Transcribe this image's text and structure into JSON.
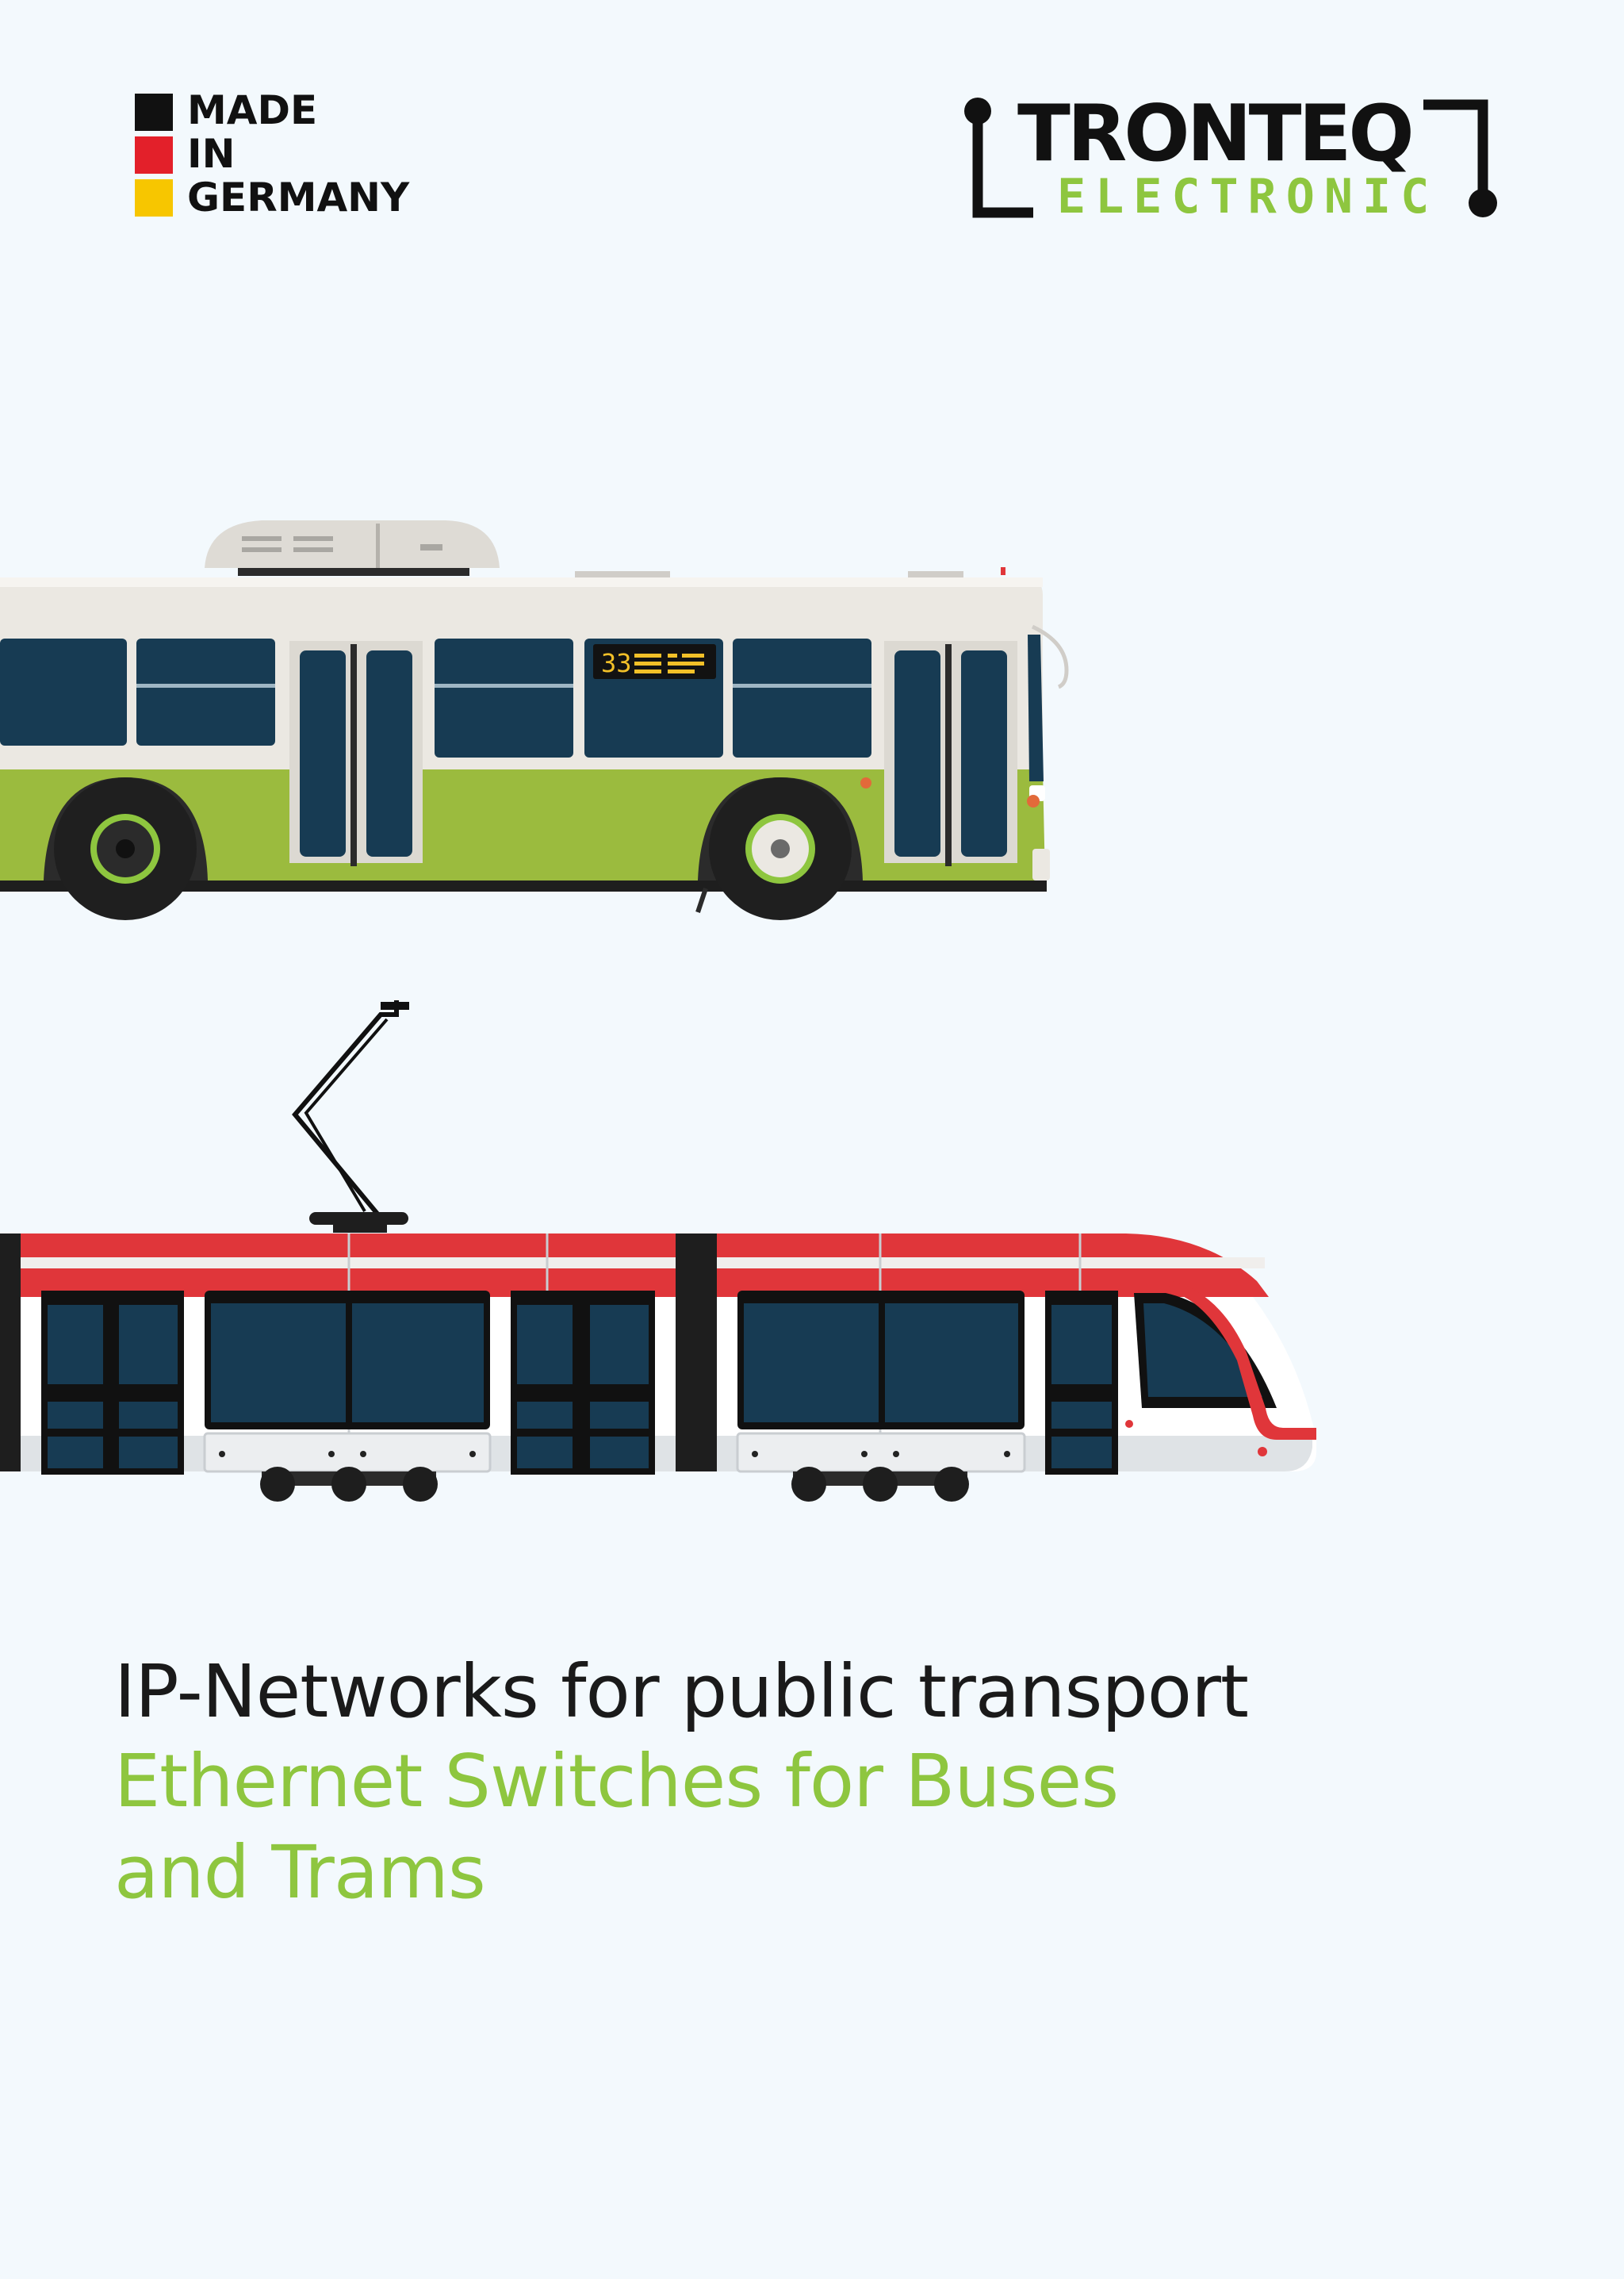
{
  "colors": {
    "page_bg": "#f3f9fd",
    "accent_green": "#8ec63f",
    "bus_green": "#9bbb3e",
    "tram_red": "#e0363a",
    "window_navy": "#173b53",
    "flag_black": "#111111",
    "flag_red": "#e3202a",
    "flag_gold": "#f7c600"
  },
  "badge": {
    "line1": "MADE",
    "line2": "IN",
    "line3": "GERMANY"
  },
  "logo": {
    "brand": "TRONTEQ",
    "sub": "ELECTRONIC"
  },
  "bus": {
    "route_number": "33"
  },
  "headline": {
    "line1": "IP-Networks for public transport",
    "line2": "Ethernet Switches for Buses",
    "line3": "and Trams"
  },
  "icons": [
    "germany-flag-icon",
    "bus-illustration",
    "tram-illustration"
  ]
}
